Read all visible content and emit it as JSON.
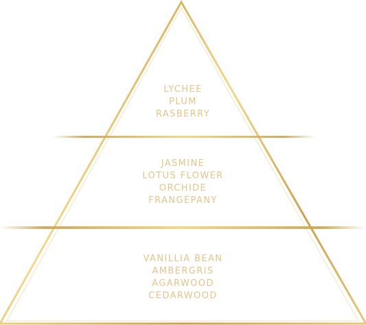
{
  "colors": {
    "gold": "#d9b35f",
    "gold_light": "#f1d98c",
    "text": "#e3c48a"
  },
  "pyramid": {
    "top_notes": [
      "LYCHEE",
      "PLUM",
      "RASBERRY"
    ],
    "heart_notes": [
      "JASMINE",
      "LOTUS FLOWER",
      "ORCHIDE",
      "FRANGEPANY"
    ],
    "base_notes": [
      "VANILLIA BEAN",
      "AMBERGRIS",
      "AGARWOOD",
      "CEDARWOOD"
    ]
  }
}
